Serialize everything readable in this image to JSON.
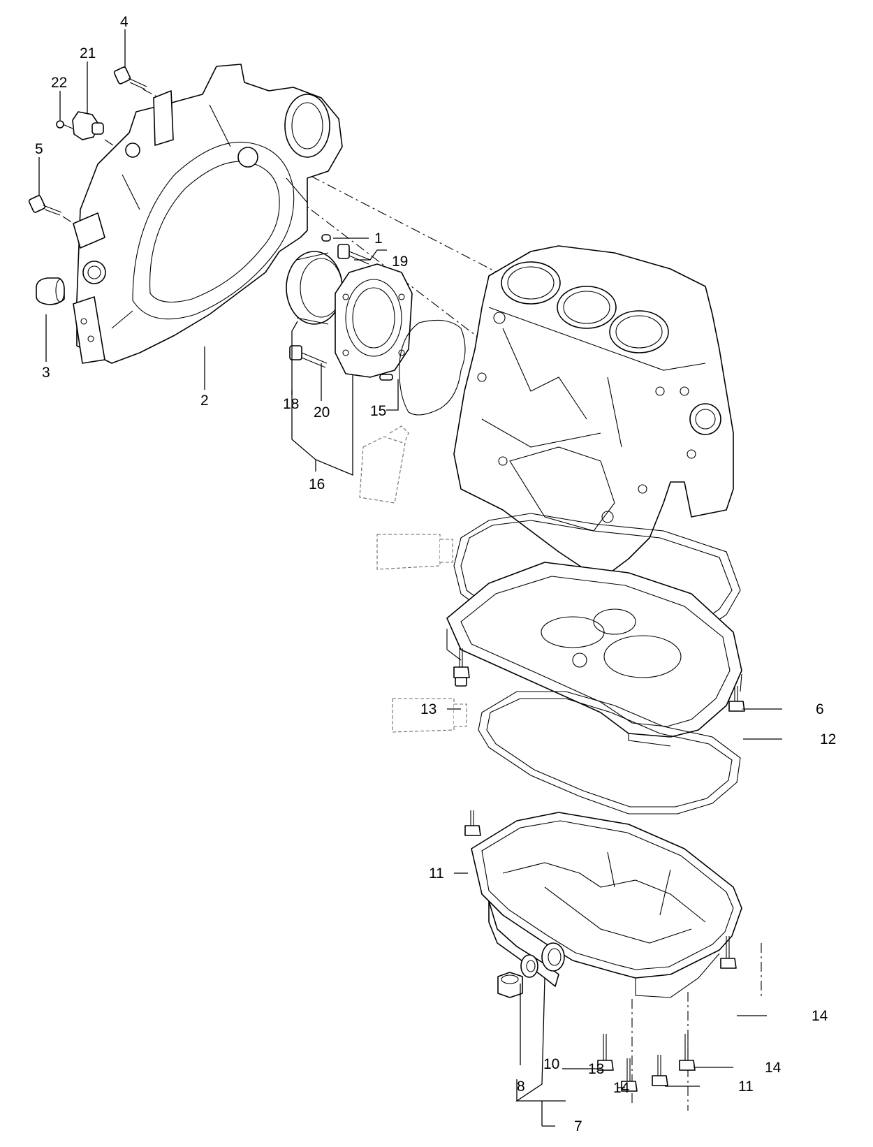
{
  "labels": {
    "p1": "1",
    "p2": "2",
    "p3": "3",
    "p4": "4",
    "p5": "5",
    "p6": "6",
    "p7": "7",
    "p8": "8",
    "p10": "10",
    "p11a": "11",
    "p11b": "11",
    "p12": "12",
    "p13a": "13",
    "p13b": "13",
    "p14a": "14",
    "p14b": "14",
    "p14c": "14",
    "p15": "15",
    "p16": "16",
    "p18": "18",
    "p19": "19",
    "p20": "20",
    "p21": "21",
    "p22": "22"
  }
}
